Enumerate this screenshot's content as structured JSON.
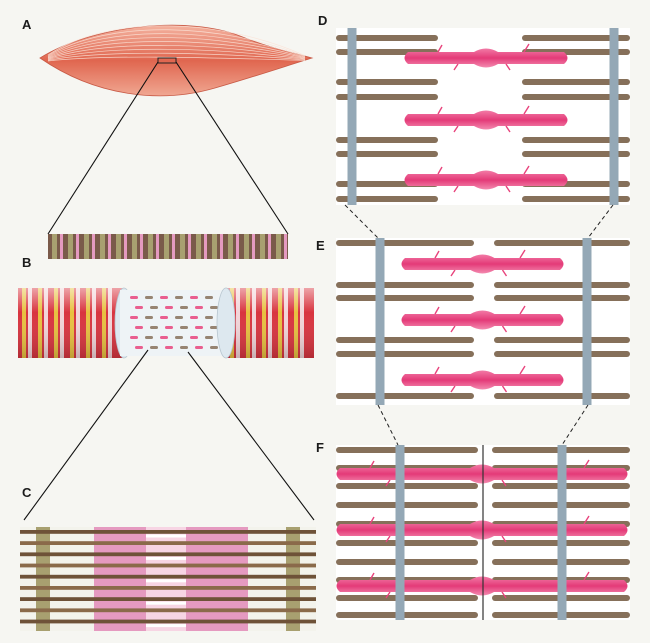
{
  "panels": {
    "a": {
      "label": "A"
    },
    "b": {
      "label": "B"
    },
    "c": {
      "label": "C"
    },
    "d": {
      "label": "D"
    },
    "e": {
      "label": "E"
    },
    "f": {
      "label": "F"
    }
  },
  "colors": {
    "background": "#f6f6f2",
    "muscle": "#e07a63",
    "actin": "#86705a",
    "myosin": "#e8437c",
    "z_disc": "#94a8b6",
    "band_dark": "#7a5a4a",
    "band_light": "#a8a070",
    "band_pink": "#e59ac0",
    "fibril_red": "#d8343f",
    "fibril_yellow": "#e8c040",
    "fibril_pale": "#dde8ef"
  }
}
